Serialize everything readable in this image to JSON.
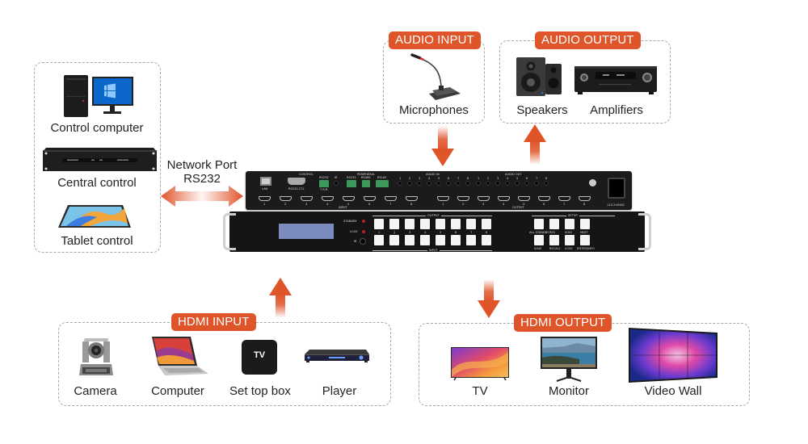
{
  "colors": {
    "accent": "#e0542a",
    "group_border": "#a8a8a8",
    "device_body": "#1b1b1b",
    "button": "#f4f4f4",
    "lcd": "#7c8bbe"
  },
  "control_group": {
    "items": [
      {
        "label": "Control computer",
        "icon": "desktop-computer-icon"
      },
      {
        "label": "Central control",
        "icon": "central-control-unit-icon"
      },
      {
        "label": "Tablet control",
        "icon": "tablet-icon"
      }
    ],
    "connection": {
      "line1": "Network Port",
      "line2": "RS232",
      "icon": "bidirectional-arrow-icon"
    }
  },
  "audio_input": {
    "tag": "AUDIO INPUT",
    "items": [
      {
        "label": "Microphones",
        "icon": "gooseneck-microphone-icon"
      }
    ],
    "flow": "down-arrow-icon"
  },
  "audio_output": {
    "tag": "AUDIO OUTPUT",
    "items": [
      {
        "label": "Speakers",
        "icon": "speakers-icon"
      },
      {
        "label": "Amplifiers",
        "icon": "amplifier-icon"
      }
    ],
    "flow": "up-arrow-icon"
  },
  "hdmi_input": {
    "tag": "HDMI INPUT",
    "items": [
      {
        "label": "Camera",
        "icon": "ptz-camera-icon"
      },
      {
        "label": "Computer",
        "icon": "laptop-icon"
      },
      {
        "label": "Set top box",
        "icon": "set-top-box-icon",
        "glyph": "TV"
      },
      {
        "label": "Player",
        "icon": "media-player-icon"
      }
    ],
    "flow": "up-arrow-icon"
  },
  "hdmi_output": {
    "tag": "HDMI OUTPUT",
    "items": [
      {
        "label": "TV",
        "icon": "tv-icon"
      },
      {
        "label": "Monitor",
        "icon": "monitor-icon"
      },
      {
        "label": "Video Wall",
        "icon": "video-wall-icon"
      }
    ],
    "flow": "down-arrow-icon"
  },
  "matrix": {
    "rear": {
      "control_label": "CONTROL",
      "peripheral_label": "PERIPHERAL",
      "audio_in_label": "AUDIO IN",
      "audio_out_label": "AUDIO OUT",
      "lan": "LAN",
      "rs232_ctl": "RS232-CTL",
      "rs232": "RS232",
      "ir": "IR",
      "rs485": "RS485",
      "relay": "RELAY",
      "txr": "T R R",
      "input_label": "INPUT",
      "output_label": "OUTPUT",
      "power": "110-240VAC",
      "port_numbers": [
        "1",
        "2",
        "3",
        "4",
        "5",
        "6",
        "7",
        "8"
      ]
    },
    "front": {
      "standby": "STANDBY",
      "lock": "LOCK",
      "ir": "IR",
      "output_label": "OUTPUT",
      "input_label": "INPUT",
      "setup_label": "SETUP",
      "numbers": [
        "1",
        "2",
        "3",
        "4",
        "5",
        "6",
        "7",
        "8"
      ],
      "setup_top": [
        "ALL STANDBY",
        "RES",
        "EDID",
        "NEXT"
      ],
      "setup_bottom": [
        "SAVE",
        "RECALL",
        "LOCK",
        "ENTER/INFO"
      ]
    }
  }
}
